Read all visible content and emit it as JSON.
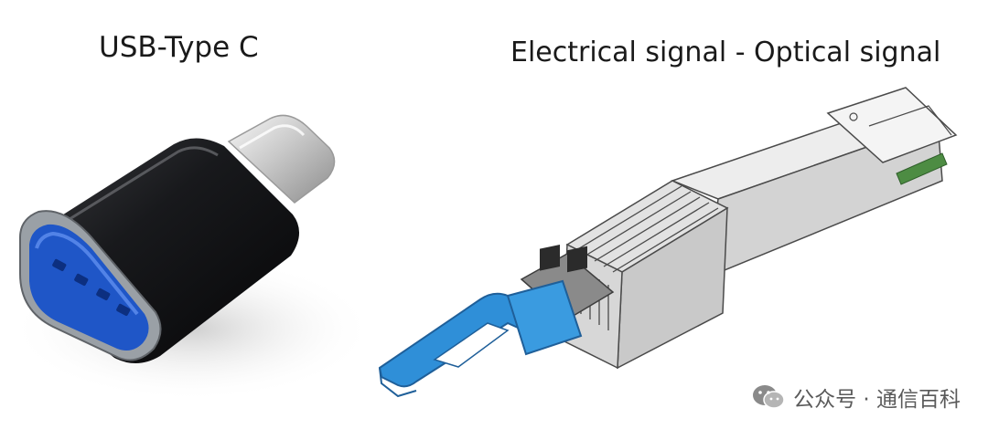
{
  "titles": {
    "left": "USB-Type C",
    "right": "Electrical signal - Optical signal"
  },
  "watermark": {
    "icon": "wechat-icon",
    "text": "公众号 · 通信百科"
  },
  "colors": {
    "adapter_body": "#1b1c1f",
    "usb_port_blue": "#1f56c7",
    "pull_tab_blue": "#2f8fd8",
    "module_metal": "#d9d9d9",
    "pcb_green": "#4d8c43"
  }
}
